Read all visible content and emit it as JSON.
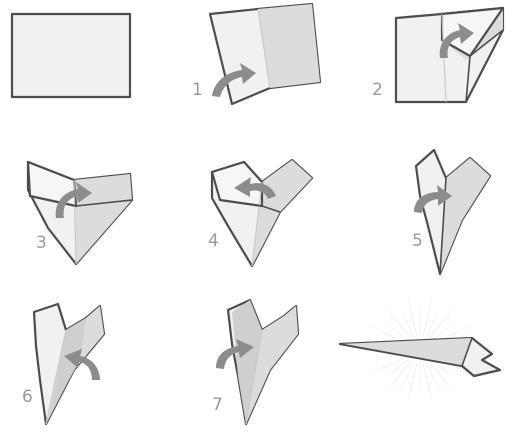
{
  "steps": [
    {
      "id": "0",
      "label": ""
    },
    {
      "id": "1",
      "label": "1"
    },
    {
      "id": "2",
      "label": "2"
    },
    {
      "id": "3",
      "label": "3"
    },
    {
      "id": "4",
      "label": "4"
    },
    {
      "id": "5",
      "label": "5"
    },
    {
      "id": "6",
      "label": "6"
    },
    {
      "id": "7",
      "label": "7"
    },
    {
      "id": "8",
      "label": ""
    }
  ],
  "colors": {
    "paper": "#f1f1f1",
    "outline": "#4d4d4d",
    "arrow": "#8c8c8c",
    "number": "#9a9a9a",
    "burst": "#d9d9d9"
  },
  "icons": [
    "fold-arrow-icon",
    "paper-airplane-icon",
    "light-burst-icon"
  ]
}
